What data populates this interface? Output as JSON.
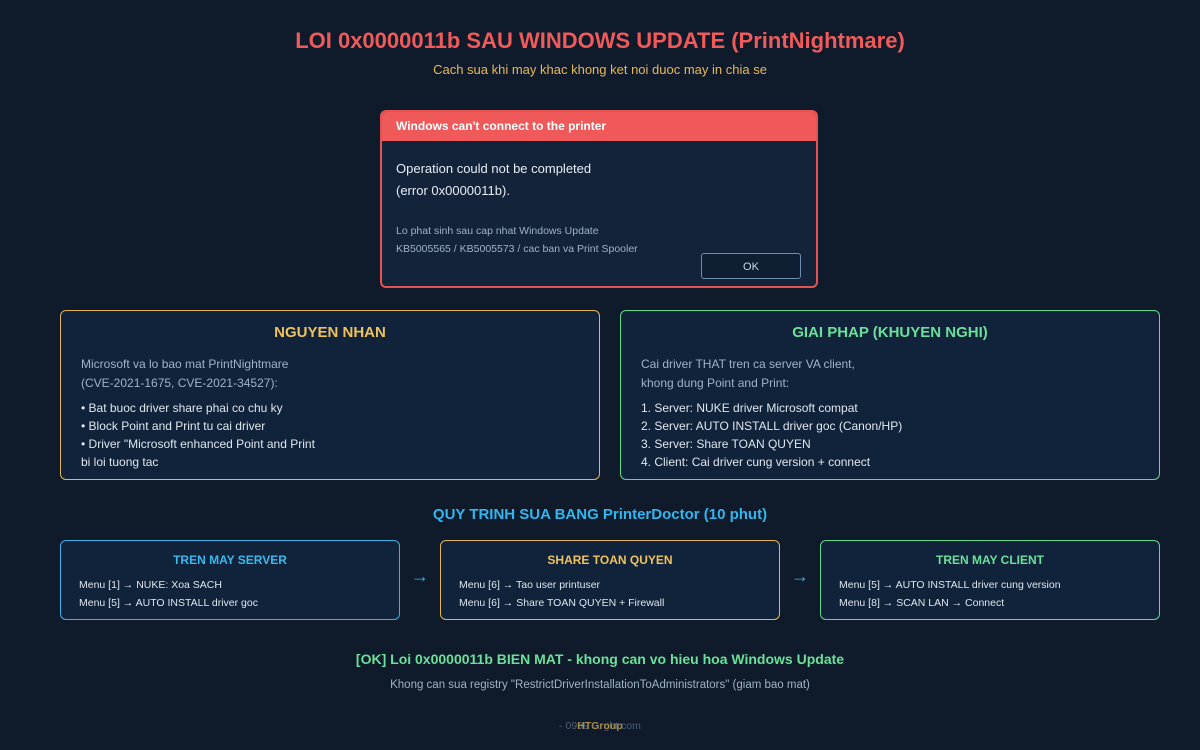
{
  "header": {
    "title": "LOI 0x0000011b SAU WINDOWS UPDATE (PrintNightmare)",
    "subtitle": "Cach sua khi may khac khong ket noi duoc may in chia se"
  },
  "dialog": {
    "title": "Windows can't connect to the printer",
    "message_line1": "Operation could not be completed",
    "message_line2": "(error 0x0000011b).",
    "note_line1": "Lo phat sinh sau cap nhat Windows Update",
    "note_line2": "KB5005565 / KB5005573 / cac ban va Print Spooler",
    "ok_label": "OK"
  },
  "cause": {
    "title": "NGUYEN NHAN",
    "intro_line1": "Microsoft va lo bao mat PrintNightmare",
    "intro_line2": "(CVE-2021-1675, CVE-2021-34527):",
    "items": [
      "• Bat buoc driver share phai co chu ky",
      "• Block Point and Print tu cai driver",
      "• Driver \"Microsoft enhanced Point and Print\nbi loi tuong tac"
    ]
  },
  "fix": {
    "title": "GIAI PHAP (KHUYEN NGHI)",
    "intro_line1": "Cai driver THAT tren ca server VA client,",
    "intro_line2": "khong dung Point and Print:",
    "items": [
      "1. Server: NUKE driver Microsoft compat",
      "2. Server: AUTO INSTALL driver goc (Canon/HP)",
      "3. Server: Share TOAN QUYEN",
      "4. Client: Cai driver cung version + connect"
    ]
  },
  "process": {
    "title": "QUY TRINH SUA BANG PrinterDoctor (10 phut)",
    "arrow": "→",
    "steps": [
      {
        "title": "TREN MAY SERVER",
        "lines": [
          "Menu [1] → NUKE: Xoa SACH",
          "Menu [5] → AUTO INSTALL driver goc"
        ]
      },
      {
        "title": "SHARE TOAN QUYEN",
        "lines": [
          "Menu [6] → Tao user printuser",
          "Menu [6] → Share TOAN QUYEN + Firewall"
        ]
      },
      {
        "title": "TREN MAY CLIENT",
        "lines": [
          "Menu [5] → AUTO INSTALL driver cung version",
          "Menu [8] → SCAN LAN → Connect"
        ]
      }
    ]
  },
  "result": {
    "headline": "[OK] Loi 0x0000011b BIEN MAT - khong can vo hieu hoa Windows Update",
    "note": "Khong can sua registry \"RestrictDriverInstallationToAdministrators\" (giam bao mat)"
  },
  "footer": {
    "text": "- 0909 ... ght.com",
    "brand": "HTGroup"
  },
  "colors": {
    "background": "#0f1b2a",
    "title_red": "#f05a5a",
    "accent_gold": "#e3b554",
    "accent_green": "#5fd98a",
    "accent_blue": "#30b6f0"
  }
}
